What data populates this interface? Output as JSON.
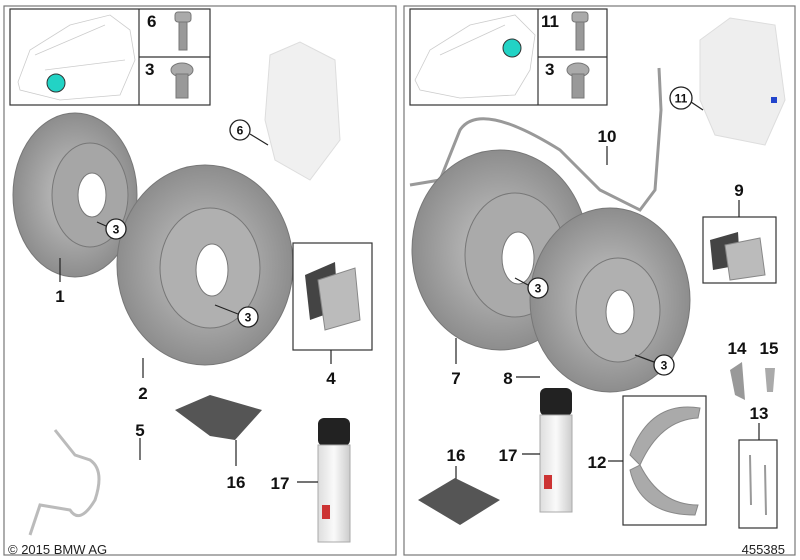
{
  "colors": {
    "location_marker": "#22d3c5",
    "part_gray": "#9a9a9a",
    "frame": "#777777"
  },
  "left_panel": {
    "inset": {
      "bolt_label": "6",
      "plug_label": "3"
    },
    "callouts": {
      "caliper_bolt": "6",
      "disc1_screw": "3",
      "disc2_screw": "3"
    },
    "labels": {
      "disc1": "1",
      "disc2": "2",
      "pads": "4",
      "sensor": "5",
      "paste": "16",
      "spray": "17"
    }
  },
  "right_panel": {
    "inset": {
      "bolt_label": "11",
      "plug_label": "3"
    },
    "callouts": {
      "caliper_bolt": "11",
      "disc7_screw": "3",
      "disc8_screw": "3"
    },
    "labels": {
      "disc7": "7",
      "disc8": "8",
      "pads": "9",
      "sensor": "10",
      "shoes": "12",
      "springs": "13",
      "part14": "14",
      "part15": "15",
      "paste": "16",
      "spray": "17"
    }
  },
  "footer": {
    "copyright": "© 2015 BMW AG",
    "diagram_id": "455385"
  }
}
